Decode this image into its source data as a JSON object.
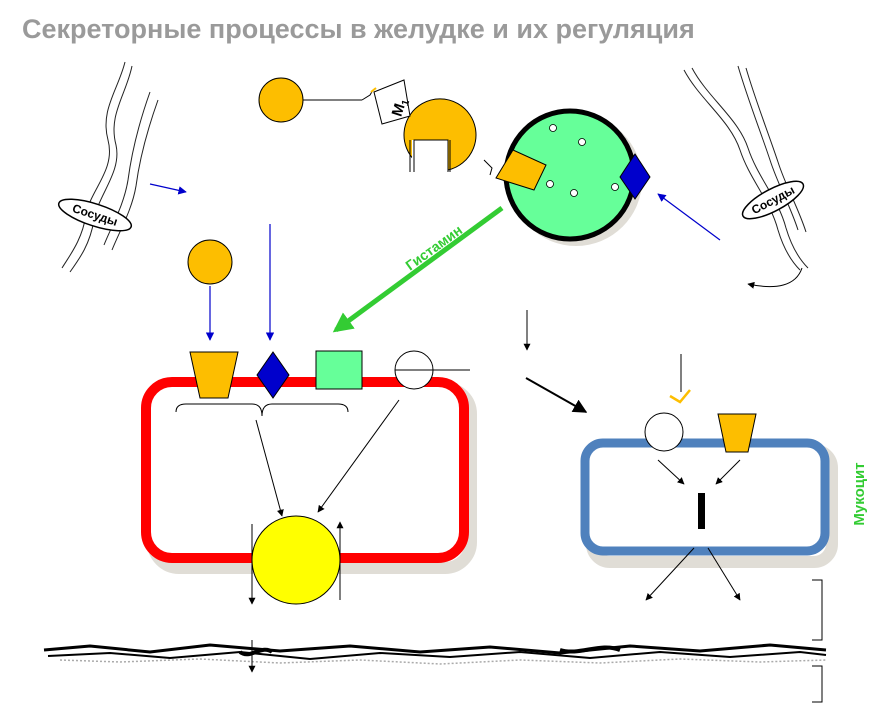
{
  "title": "Секреторные процессы в желудке и их регуляция",
  "labels": {
    "vessels_left": "Сосуды",
    "vessels_right": "Сосуды",
    "receptor_m1": "M",
    "receptor_m1_sub": "1",
    "histamine": "Гистамин",
    "mucocyte": "Мукоцит"
  },
  "colors": {
    "orange": "#FDBE00",
    "green_cell": "#66FF99",
    "blue": "#0000CC",
    "red": "#FF0000",
    "steel_blue": "#4F81BD",
    "yellow": "#FFFF00",
    "histamine_green": "#33CC33",
    "title_gray": "#9A9A9A"
  }
}
